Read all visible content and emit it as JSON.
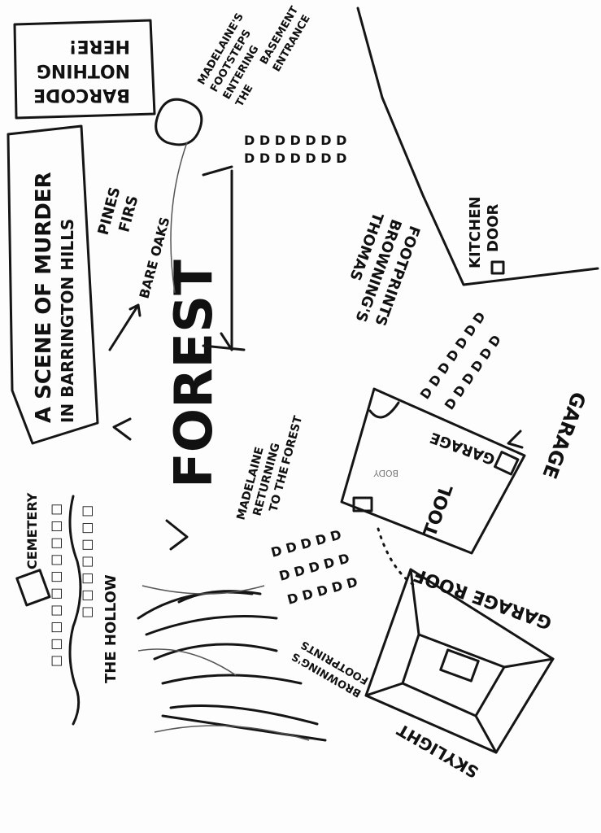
{
  "labels": {
    "barcode_note": [
      "BARCODE",
      "NOTHING",
      "HERE!"
    ],
    "title": [
      "A SCENE OF MURDER",
      "IN BARRINGTON HILLS"
    ],
    "trees": [
      "PINES",
      "FIRS",
      "BARE OAKS"
    ],
    "forest": "FOREST",
    "cemetery": "CEMETERY",
    "hollow": "THE HOLLOW",
    "kitchen_door": [
      "KITCHEN",
      "DOOR"
    ],
    "thomas_footprints": [
      "THOMAS",
      "BROWNING'S",
      "FOOTPRINTS"
    ],
    "madelaine_basement": [
      "MADELAINE'S",
      "FOOTSTEPS",
      "ENTERING",
      "THE",
      "BASEMENT",
      "ENTRANCE"
    ],
    "madelaine_forest": [
      "MADELAINE",
      "RETURNING",
      "TO THE",
      "FOREST"
    ],
    "garage_building": "GARAGE",
    "garage_label": "GARAGE",
    "tool": "TOOL",
    "body": "BODY",
    "garage_roof": "GARAGE ROOF",
    "skylight": "SKYLIGHT",
    "browning_footprints": [
      "BROWNING'S",
      "FOOTPRINTS"
    ]
  }
}
